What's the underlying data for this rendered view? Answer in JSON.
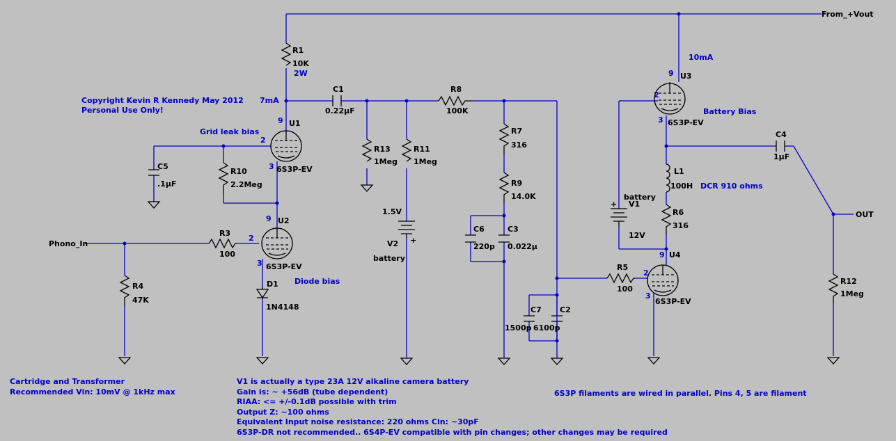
{
  "schematic": {
    "nets": {
      "vout": "From_+Vout",
      "phono_in": "Phono_In",
      "out": "OUT"
    },
    "components": [
      {
        "ref": "R1",
        "value": "10K",
        "extra": "2W"
      },
      {
        "ref": "C1",
        "value": "0.22µF"
      },
      {
        "ref": "R8",
        "value": "100K"
      },
      {
        "ref": "R13",
        "value": "1Meg"
      },
      {
        "ref": "R11",
        "value": "1Meg"
      },
      {
        "ref": "R7",
        "value": "316"
      },
      {
        "ref": "R9",
        "value": "14.0K"
      },
      {
        "ref": "C6",
        "value": "220p"
      },
      {
        "ref": "C3",
        "value": "0.022µ"
      },
      {
        "ref": "C7",
        "value": "1500p"
      },
      {
        "ref": "C2",
        "value": "6100p"
      },
      {
        "ref": "C5",
        "value": ".1µF"
      },
      {
        "ref": "R10",
        "value": "2.2Meg"
      },
      {
        "ref": "R3",
        "value": "100"
      },
      {
        "ref": "R4",
        "value": "47K"
      },
      {
        "ref": "D1",
        "value": "1N4148"
      },
      {
        "ref": "V2",
        "value": "1.5V",
        "extra": "battery"
      },
      {
        "ref": "V1",
        "value": "12V",
        "extra": "battery"
      },
      {
        "ref": "R5",
        "value": "100"
      },
      {
        "ref": "L1",
        "value": "100H"
      },
      {
        "ref": "R6",
        "value": "316"
      },
      {
        "ref": "C4",
        "value": "1µF"
      },
      {
        "ref": "R12",
        "value": "1Meg"
      }
    ],
    "tubes": [
      {
        "ref": "U1",
        "model": "6S3P-EV",
        "pins": [
          "9",
          "2",
          "3"
        ]
      },
      {
        "ref": "U2",
        "model": "6S3P-EV",
        "pins": [
          "9",
          "2",
          "3"
        ]
      },
      {
        "ref": "U3",
        "model": "6S3P-EV",
        "pins": [
          "9",
          "2",
          "3"
        ]
      },
      {
        "ref": "U4",
        "model": "6S3P-EV",
        "pins": [
          "9",
          "2",
          "3"
        ]
      }
    ],
    "annotations": {
      "copyright1": "Copyright Kevin R Kennedy May 2012",
      "copyright2": "Personal Use Only!",
      "grid_leak": "Grid leak bias",
      "diode_bias": "Diode bias",
      "battery_bias": "Battery Bias",
      "current_u1": "7mA",
      "current_u3": "10mA",
      "dcr": "DCR 910 ohms",
      "battery_polarity": "+",
      "cartridge": [
        "Cartridge and Transformer",
        "Recommended Vin: 10mV @ 1kHz max"
      ],
      "notes": [
        "V1 is actually a type 23A 12V alkaline camera battery",
        "Gain is: ~ +56dB (tube dependent)",
        "RIAA: <= +/-0.1dB possible with trim",
        "Output Z: ~100 ohms",
        "Equivalent Input noise resistance: 220 ohms Cin: ~30pF",
        "6S3P-DR not recommended.. 6S4P-EV compatible with pin changes; other changes may be required"
      ],
      "filament": "6S3P filaments are wired in parallel. Pins 4, 5 are filament"
    }
  }
}
